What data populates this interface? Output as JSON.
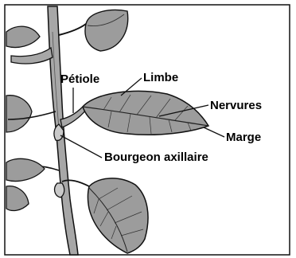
{
  "diagram": {
    "labels": {
      "petiole": "Pétiole",
      "limbe": "Limbe",
      "nervures": "Nervures",
      "marge": "Marge",
      "bourgeon": "Bourgeon axillaire"
    }
  },
  "colors": {
    "stem": "#a7a7a7",
    "leaf": "#9c9c9c",
    "leaf_light": "#c9c9c9",
    "outline": "#111111",
    "background": "#ffffff"
  }
}
